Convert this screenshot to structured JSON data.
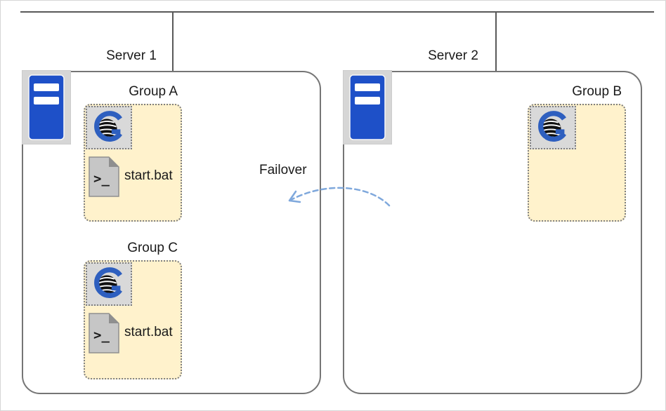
{
  "servers": [
    {
      "label": "Server 1"
    },
    {
      "label": "Server 2"
    }
  ],
  "groups": [
    {
      "label": "Group A",
      "script": "start.bat"
    },
    {
      "label": "Group B"
    },
    {
      "label": "Group C",
      "script": "start.bat"
    }
  ],
  "failover": {
    "label": "Failover"
  },
  "icons": {
    "server_icon": "server-icon",
    "app_logo": "app-logo-g-icon",
    "script_file": "script-file-icon",
    "script_glyph": ">_"
  },
  "colors": {
    "accent-blue": "#1E50C8",
    "logo-blue": "#2E5FBF",
    "group-fill": "#FFF2CC",
    "icon-gray": "#D9D9D9",
    "border-gray": "#7F7F7F",
    "box-border": "#757575",
    "arrow-blue": "#7FA8DC",
    "bus-line": "#595959"
  }
}
